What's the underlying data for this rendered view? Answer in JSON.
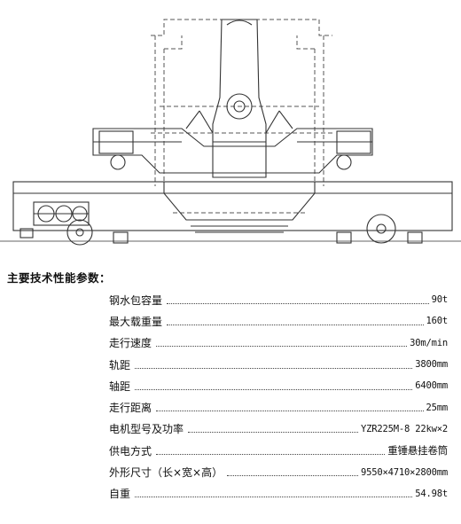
{
  "section_heading": "主要技术性能参数：",
  "specs": [
    {
      "label": "钢水包容量",
      "value": "90t"
    },
    {
      "label": "最大载重量",
      "value": "160t"
    },
    {
      "label": "走行速度",
      "value": "30m/min"
    },
    {
      "label": "轨距",
      "value": "3800mm"
    },
    {
      "label": "轴距",
      "value": "6400mm"
    },
    {
      "label": "走行距离",
      "value": "25mm"
    },
    {
      "label": "电机型号及功率",
      "value": "YZR225M-8 22kw×2"
    },
    {
      "label": "供电方式",
      "value": "重锤悬挂卷筒"
    },
    {
      "label": "外形尺寸（长×宽×高）",
      "value": "9550×4710×2800mm"
    },
    {
      "label": "自重",
      "value": "54.98t"
    }
  ]
}
